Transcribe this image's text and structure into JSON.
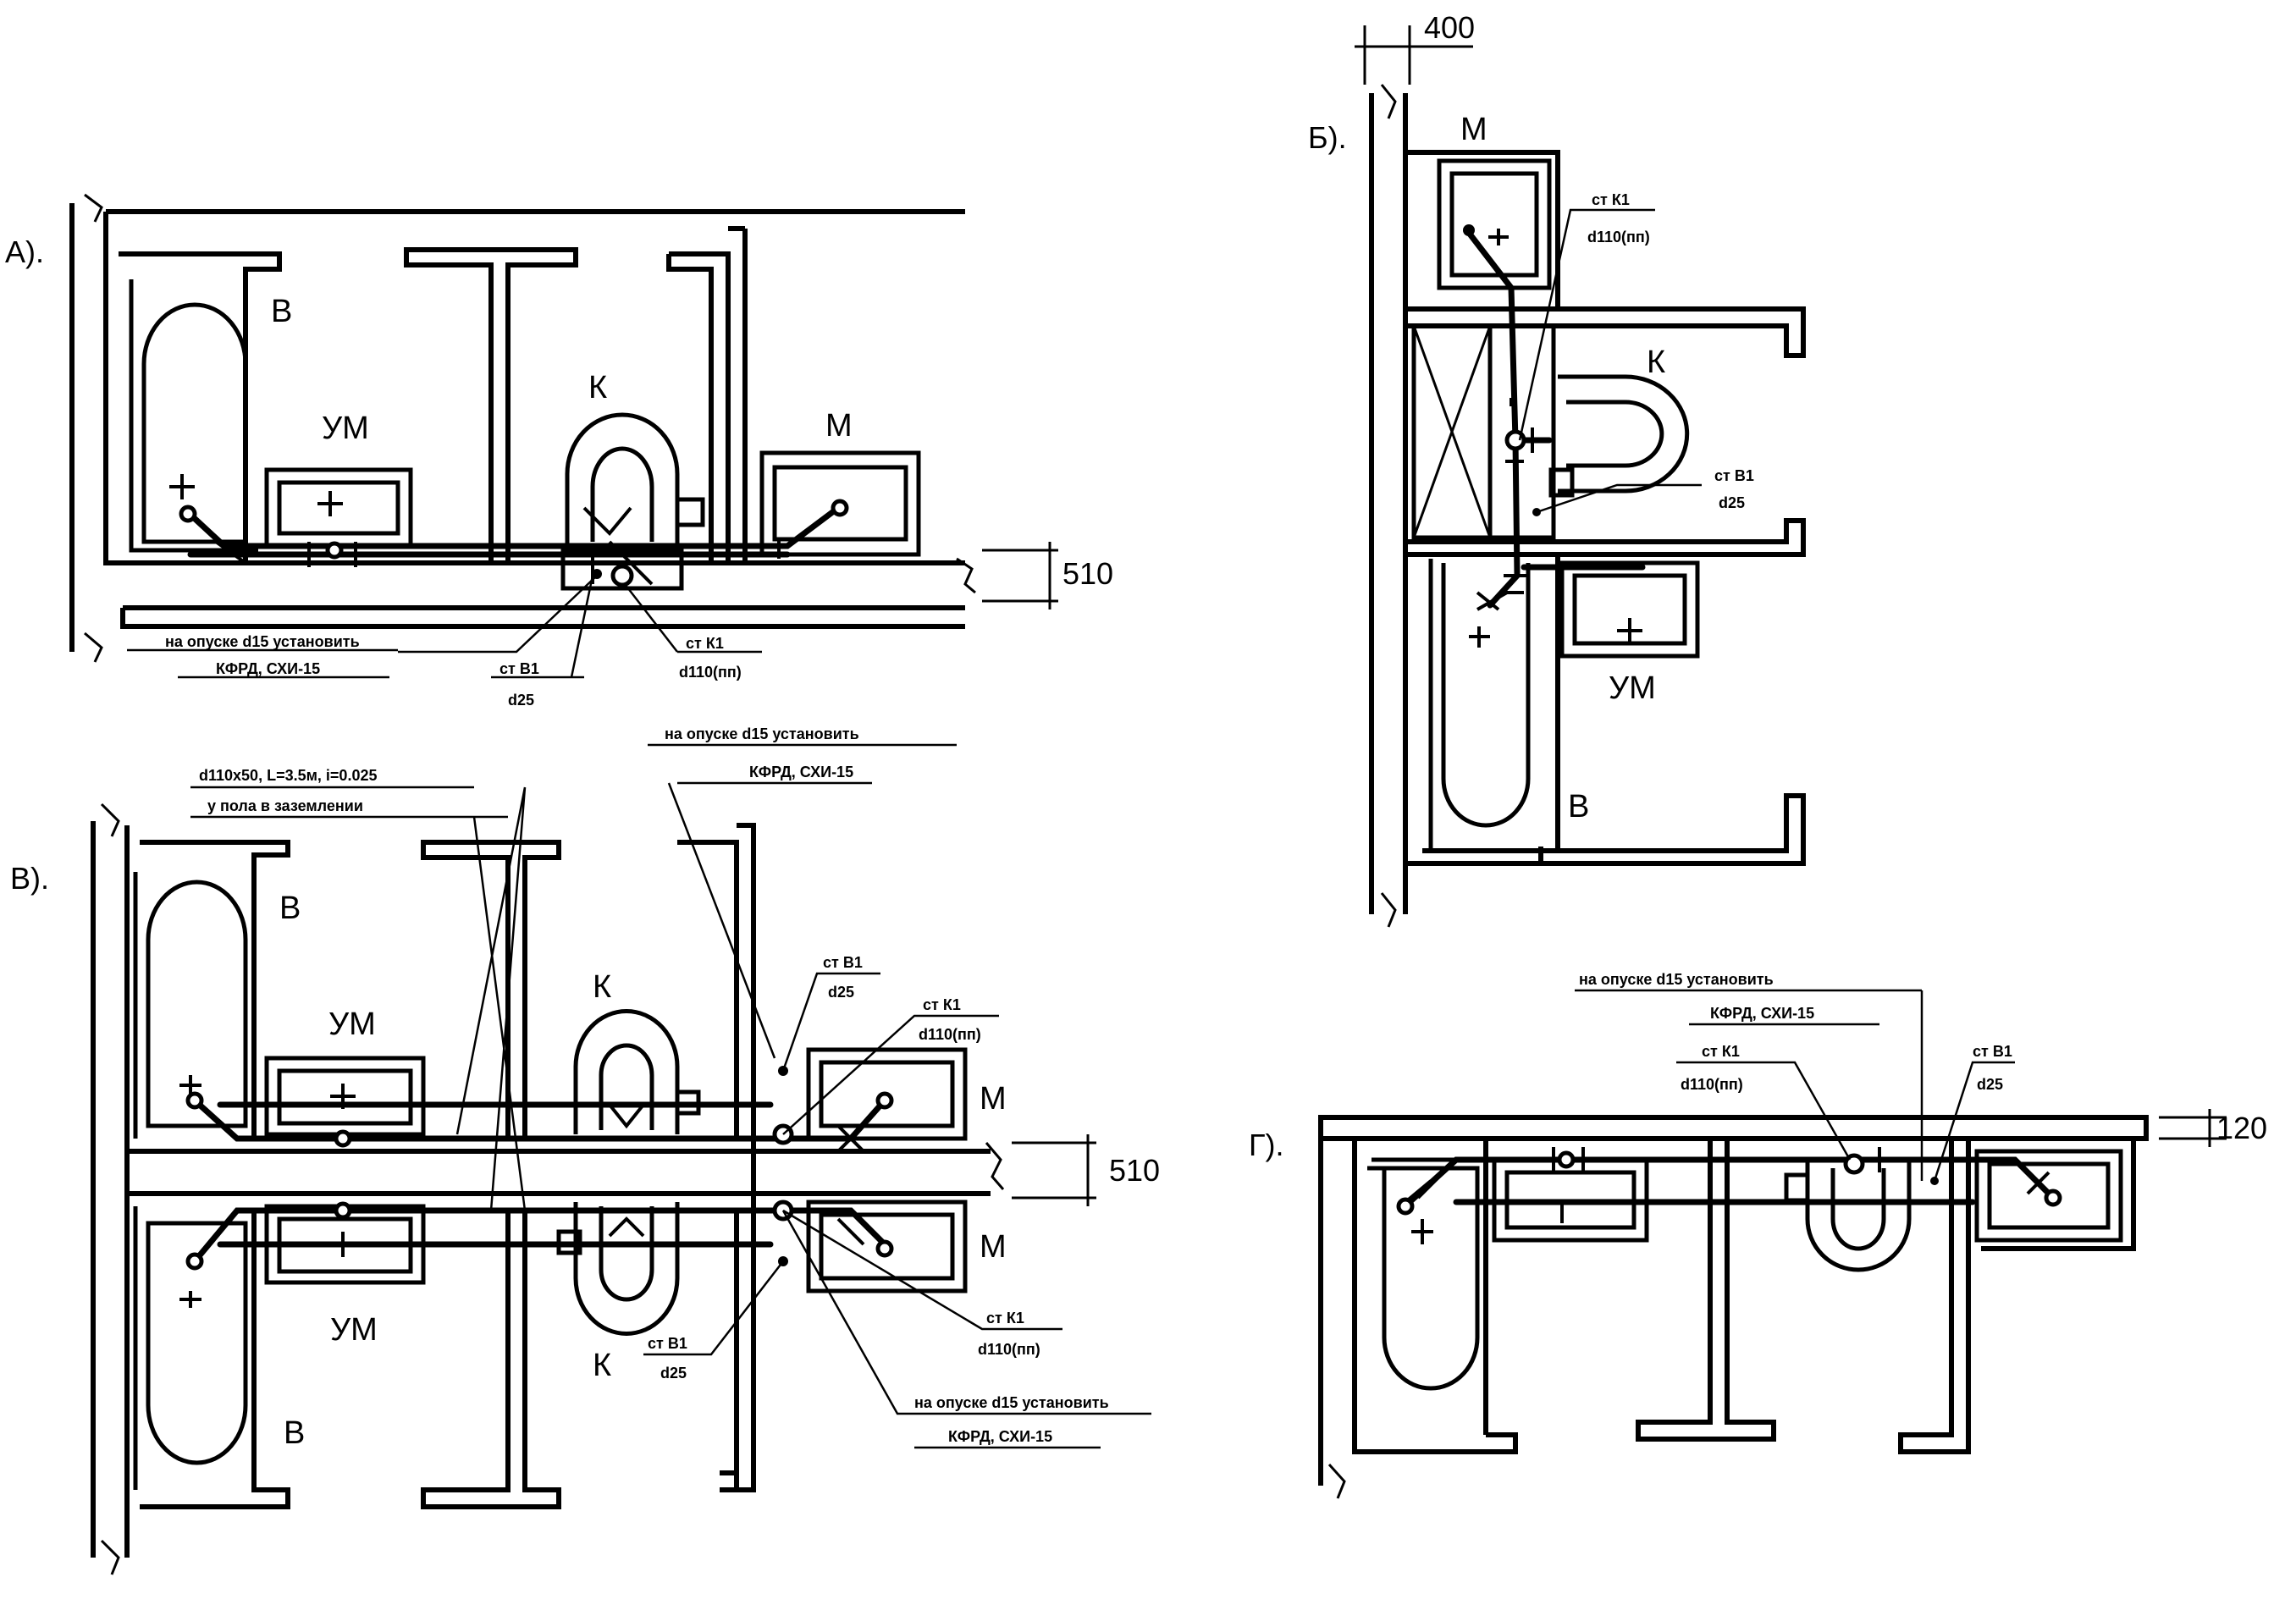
{
  "plans": {
    "a": {
      "label": "А).",
      "rooms": {
        "bath": "В",
        "sink": "УМ",
        "toilet": "К",
        "washer": "М"
      },
      "dimension": "510",
      "note_line1": "на опуске d15 установить",
      "note_line2": "КФРД, СХИ-15",
      "riser_b1": {
        "line1": "ст В1",
        "line2": "d25"
      },
      "riser_k1": {
        "line1": "ст К1",
        "line2": "d110(пп)"
      }
    },
    "b": {
      "label": "Б).",
      "rooms": {
        "washer": "М",
        "toilet": "К",
        "sink": "УМ",
        "bath": "В"
      },
      "dimension": "400",
      "riser_k1": {
        "line1": "ст К1",
        "line2": "d110(пп)"
      },
      "riser_b1": {
        "line1": "ст В1",
        "line2": "d25"
      }
    },
    "v": {
      "label": "В).",
      "rooms": {
        "bath_top": "В",
        "sink_top": "УМ",
        "toilet_top": "К",
        "washer_top": "М",
        "washer_bottom": "М",
        "sink_bottom": "УМ",
        "toilet_bottom": "К",
        "bath_bottom": "В"
      },
      "dimension": "510",
      "pipe_note_line1": "d110x50, L=3.5м, i=0.025",
      "pipe_note_line2": "у пола в заземлении",
      "note_top_line1": "на опуске d15 установить",
      "note_top_line2": "КФРД, СХИ-15",
      "riser_b1_top": {
        "line1": "ст В1",
        "line2": "d25"
      },
      "riser_k1_top": {
        "line1": "ст К1",
        "line2": "d110(пп)"
      },
      "riser_k1_bottom": {
        "line1": "ст К1",
        "line2": "d110(пп)"
      },
      "riser_b1_bottom": {
        "line1": "ст В1",
        "line2": "d25"
      },
      "note_bottom_line1": "на опуске d15 установить",
      "note_bottom_line2": "КФРД, СХИ-15"
    },
    "g": {
      "label": "Г).",
      "dimension": "120",
      "note_line1": "на опуске d15 установить",
      "note_line2": "КФРД, СХИ-15",
      "riser_k1": {
        "line1": "ст К1",
        "line2": "d110(пп)"
      },
      "riser_b1": {
        "line1": "ст В1",
        "line2": "d25"
      }
    }
  }
}
